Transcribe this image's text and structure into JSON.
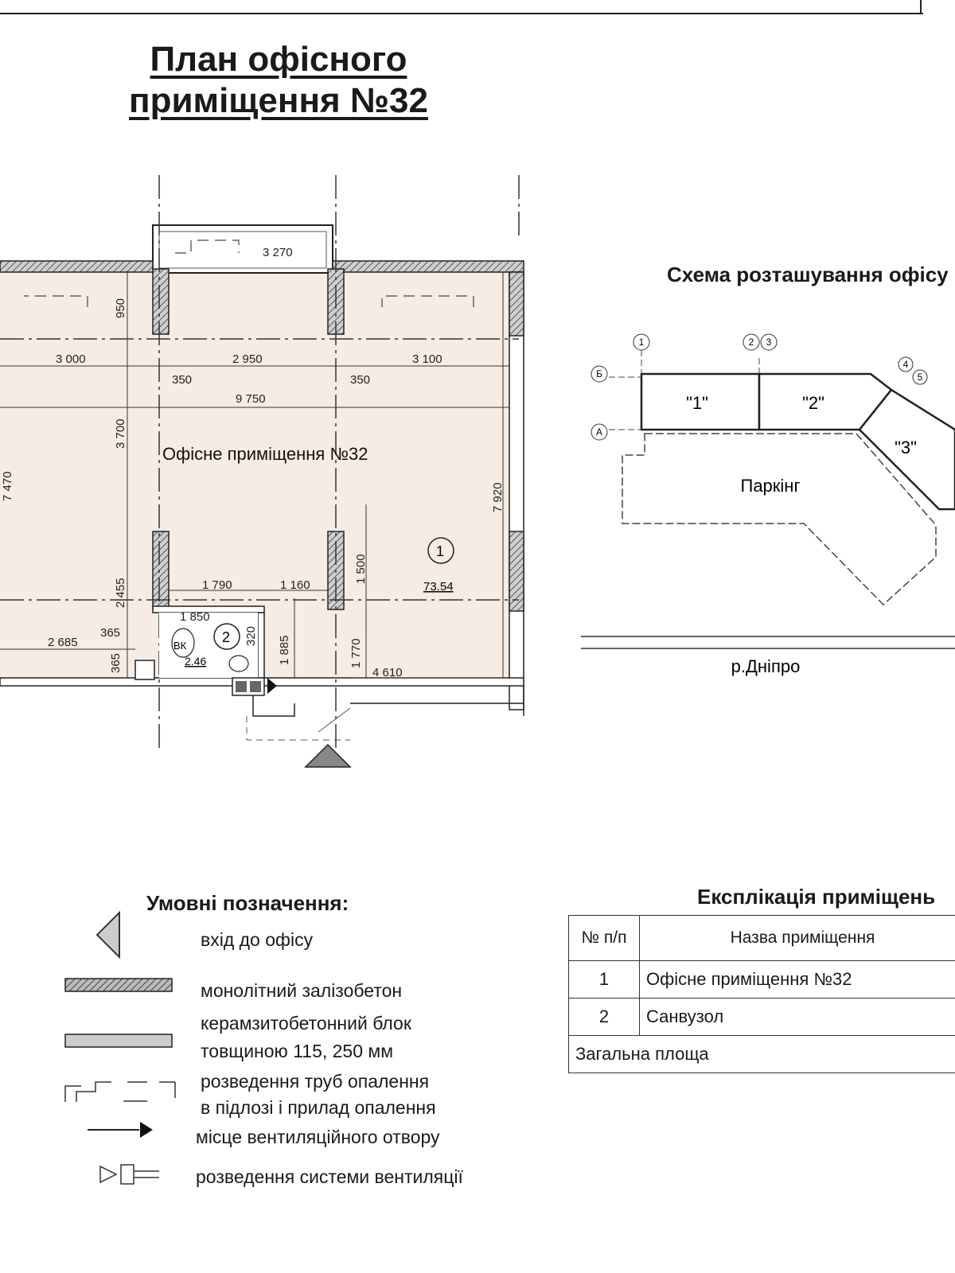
{
  "header": {
    "title_line1": "План офісного",
    "title_line2": "приміщення №32"
  },
  "plan": {
    "room_label": "Офісне приміщення №32",
    "room1_number": "1",
    "room1_area": "73.54",
    "room2_number": "2",
    "room2_area": "2.46",
    "vk_label": "ВК",
    "dims": {
      "d3270": "3 270",
      "d950": "950",
      "d3000": "3 000",
      "d2950": "2 950",
      "d3100": "3 100",
      "d350a": "350",
      "d350b": "350",
      "d9750": "9 750",
      "d3700": "3 700",
      "d7470": "7 470",
      "d7920": "7 920",
      "d1790": "1 790",
      "d1160": "1 160",
      "d1500": "1 500",
      "d2455": "2 455",
      "d1850": "1 850",
      "d2685": "2 685",
      "d365a": "365",
      "d365b": "365",
      "d320": "320",
      "d1885": "1 885",
      "d1770": "1 770",
      "d4610": "4 610"
    }
  },
  "scheme": {
    "title": "Схема розташування офісу",
    "axis1": "1",
    "axis2": "2",
    "axis3": "3",
    "axis4": "4",
    "axis5": "5",
    "axisB": "Б",
    "axisA": "А",
    "block1": "\"1\"",
    "block2": "\"2\"",
    "block3": "\"3\"",
    "parking": "Паркінг",
    "river": "р.Дніпро"
  },
  "legend": {
    "title": "Умовні позначення:",
    "items": [
      {
        "text": "вхід до офісу"
      },
      {
        "text": "монолітний залізобетон"
      },
      {
        "text": "керамзитобетонний блок"
      },
      {
        "text": "товщиною 115,  250 мм"
      },
      {
        "text": "розведення труб опалення"
      },
      {
        "text": "в підлозі і прилад опалення"
      },
      {
        "text": "місце вентиляційного отвору"
      },
      {
        "text": "розведення системи вентиляції"
      }
    ]
  },
  "explication": {
    "title": "Експлікація приміщень",
    "headers": {
      "num": "№ п/п",
      "name": "Назва приміщення"
    },
    "rows": [
      {
        "num": "1",
        "name": "Офісне приміщення №32"
      },
      {
        "num": "2",
        "name": "Санвузол"
      }
    ],
    "total_label": "Загальна площа"
  },
  "colors": {
    "room_fill": "#f6ece3",
    "hatch": "#555555",
    "line": "#222222"
  }
}
